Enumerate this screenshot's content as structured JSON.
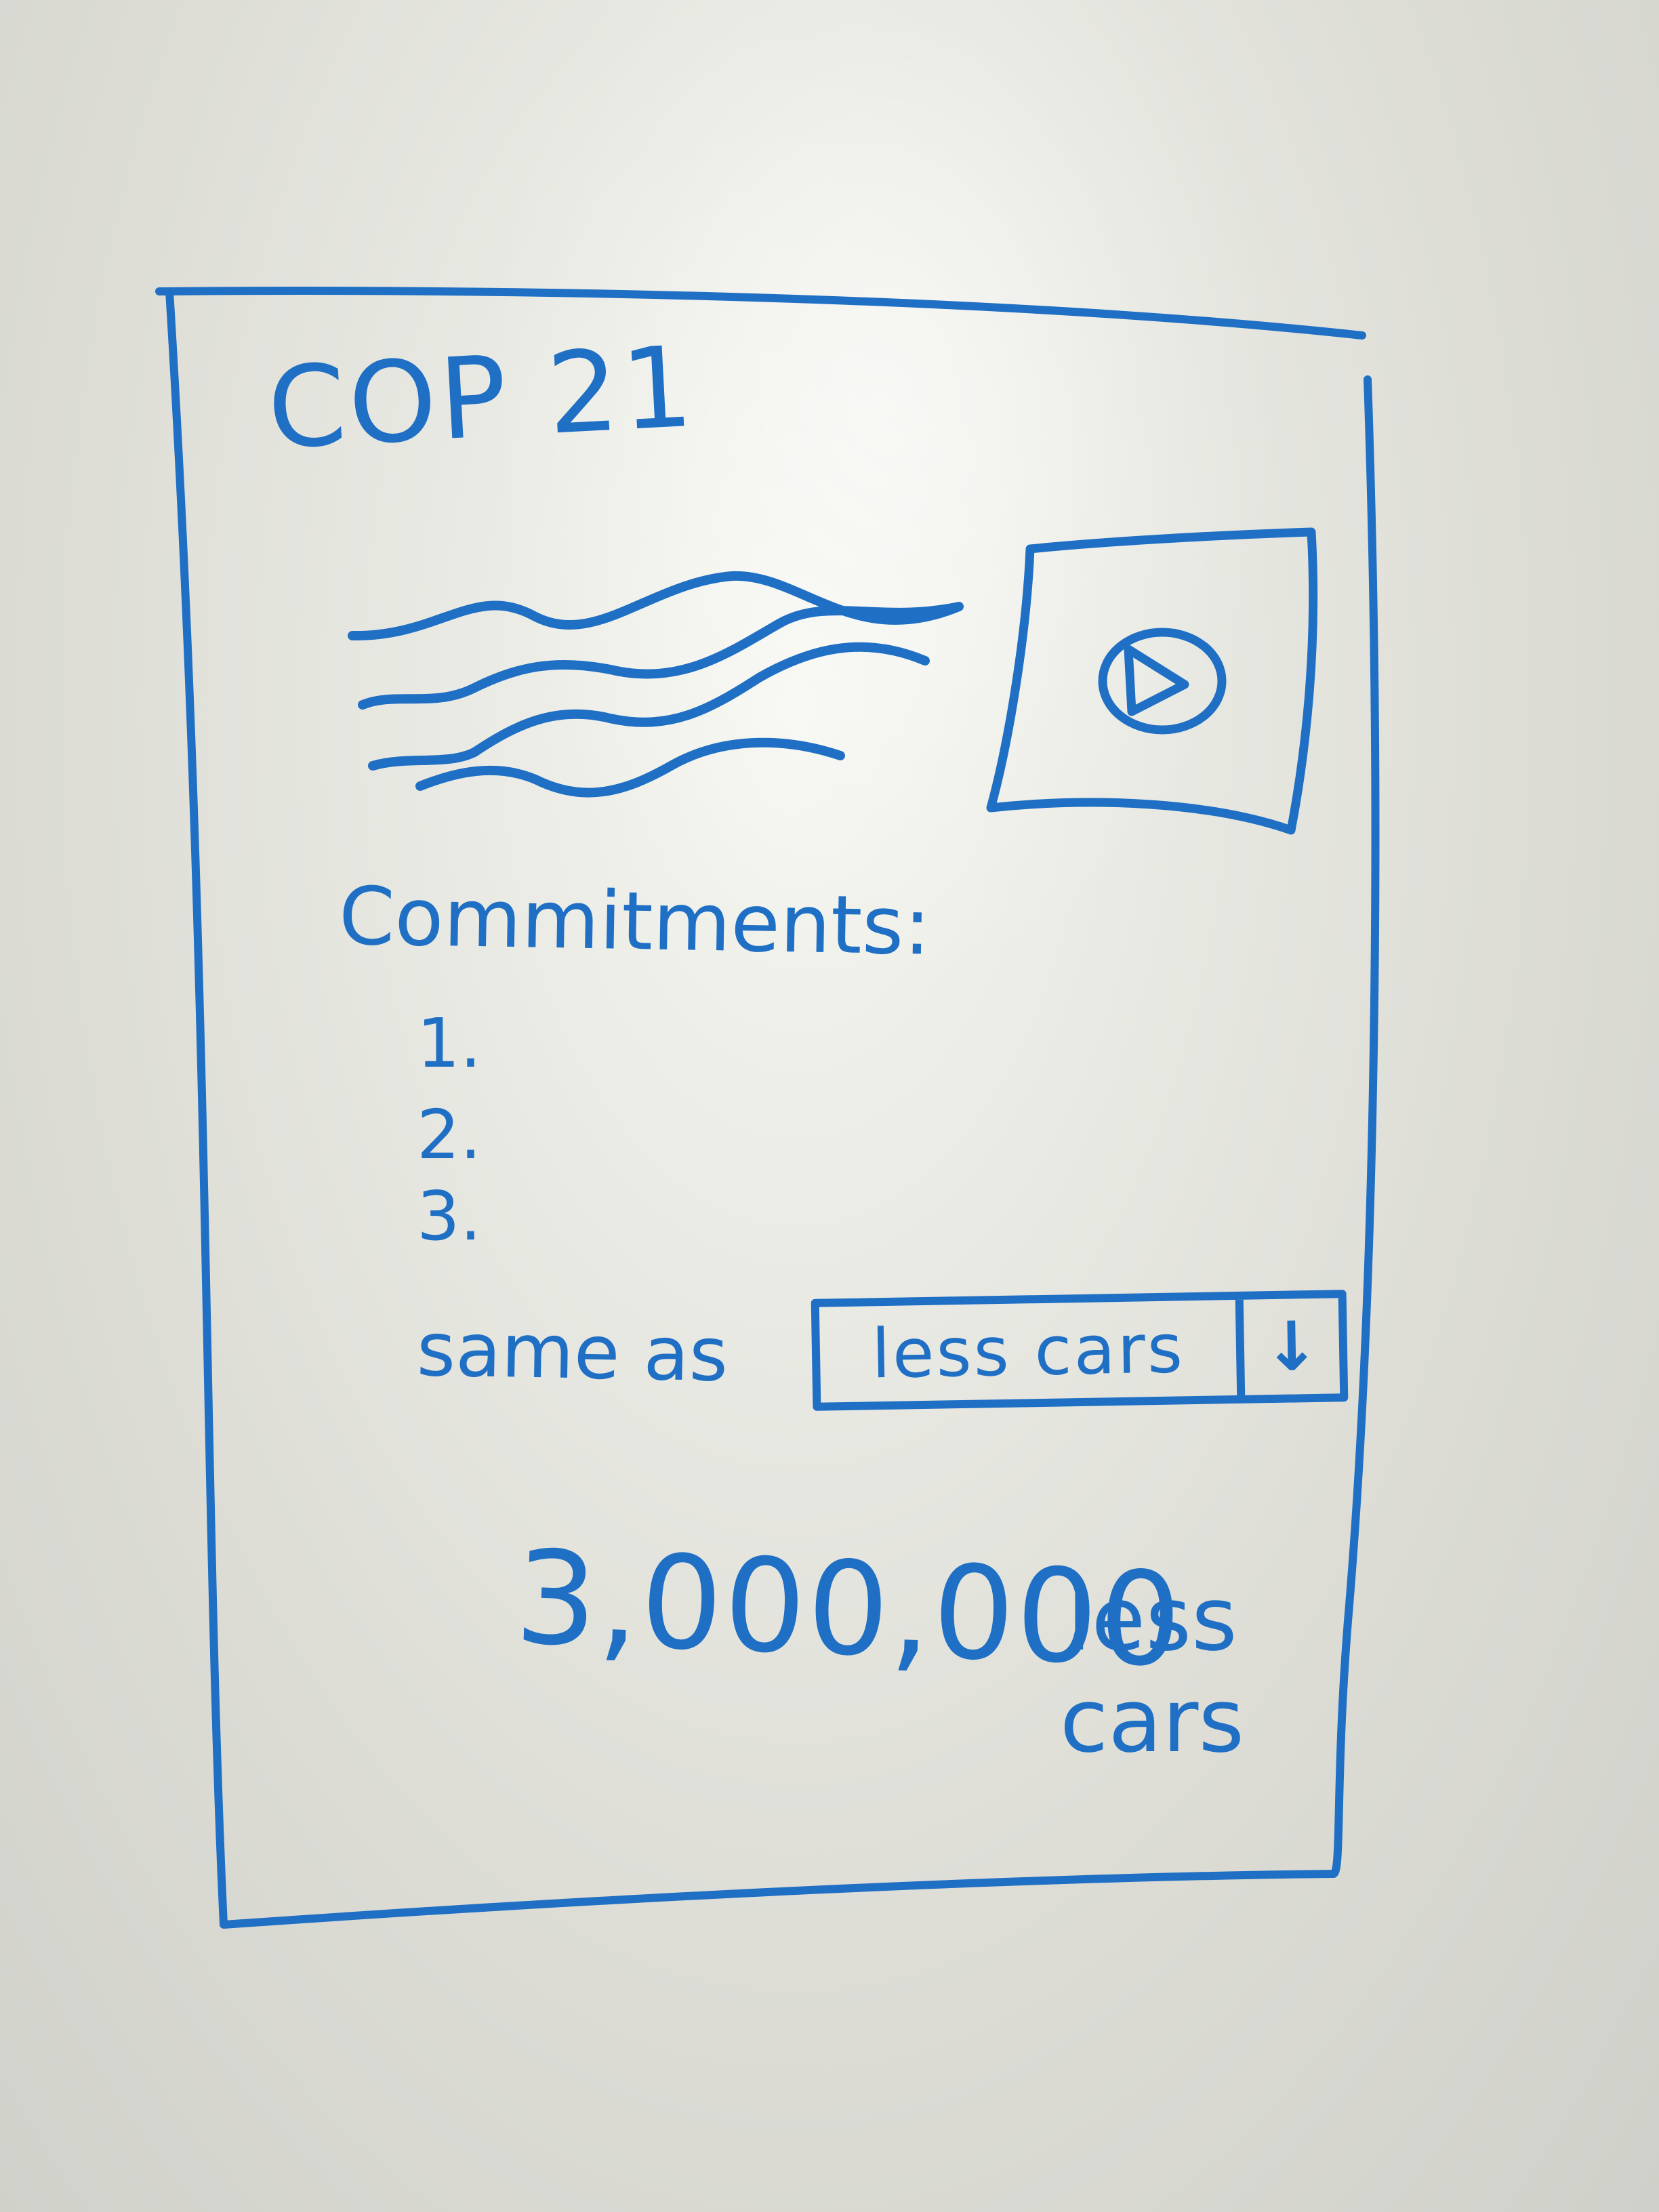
{
  "page": {
    "title": "COP 21",
    "commitments_heading": "Commitments:",
    "commitments": [
      "1.",
      "2.",
      "3."
    ]
  },
  "comparison": {
    "label": "same as",
    "select_value": "less cars",
    "arrow_glyph": "↓"
  },
  "result": {
    "number": "3,000,000",
    "unit": "less cars"
  },
  "colors": {
    "ink": "#1f6fc4",
    "background": "#e2e2dc"
  },
  "icons": {
    "media": "play-icon",
    "text_placeholder": "squiggle-text-lines"
  }
}
